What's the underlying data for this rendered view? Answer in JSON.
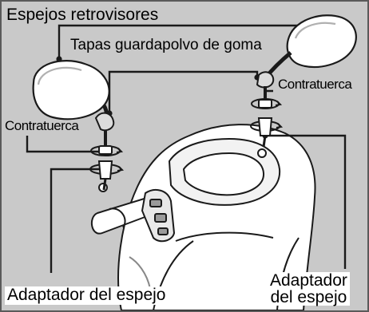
{
  "labels": {
    "mirrors": "Espejos retrovisores",
    "dust_caps": "Tapas guardapolvo de goma",
    "lock_nut_left": "Contratuerca",
    "lock_nut_right": "Contratuerca",
    "adapter_left": "Adaptador del espejo",
    "adapter_right_line1": "Adaptador",
    "adapter_right_line2": "del espejo"
  },
  "colors": {
    "background": "#c9c9c9",
    "scooter_fill": "#ffffff",
    "outline": "#1a1a1a",
    "mirror_glass": "#ffffff",
    "label_box": "#ffffff"
  }
}
